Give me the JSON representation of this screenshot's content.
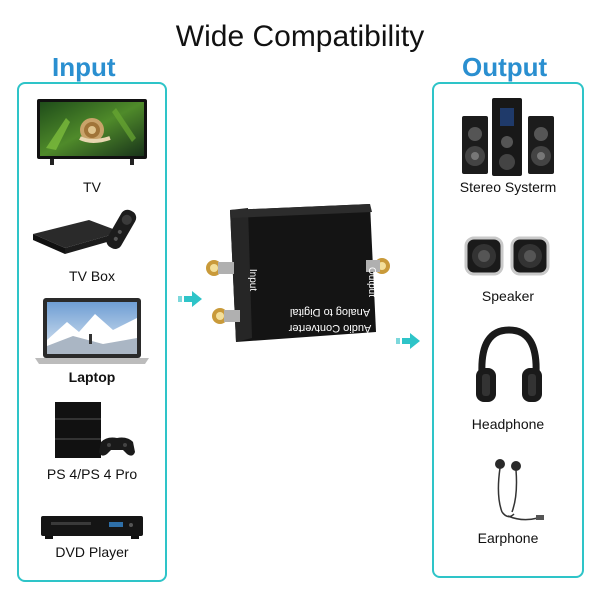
{
  "title": "Wide Compatibility",
  "input": {
    "heading": "Input",
    "items": [
      {
        "label": "TV",
        "icon": "tv-icon"
      },
      {
        "label": "TV Box",
        "icon": "tv-box-icon"
      },
      {
        "label": "Laptop",
        "icon": "laptop-icon"
      },
      {
        "label": "PS 4/PS 4 Pro",
        "icon": "game-console-icon"
      },
      {
        "label": "DVD Player",
        "icon": "dvd-player-icon"
      }
    ]
  },
  "output": {
    "heading": "Output",
    "items": [
      {
        "label": "Stereo Systerm",
        "icon": "stereo-system-icon"
      },
      {
        "label": "Speaker",
        "icon": "speaker-icon"
      },
      {
        "label": "Headphone",
        "icon": "headphone-icon"
      },
      {
        "label": "Earphone",
        "icon": "earphone-icon"
      }
    ]
  },
  "device": {
    "input_label": "Input",
    "output_label": "Output",
    "name_line1": "Analog to Digital",
    "name_line2": "Audio Contverter"
  },
  "colors": {
    "heading": "#2a8fd0",
    "panel_border": "#2ec4c8",
    "arrow": "#2ec4c8",
    "device_body": "#141414"
  }
}
